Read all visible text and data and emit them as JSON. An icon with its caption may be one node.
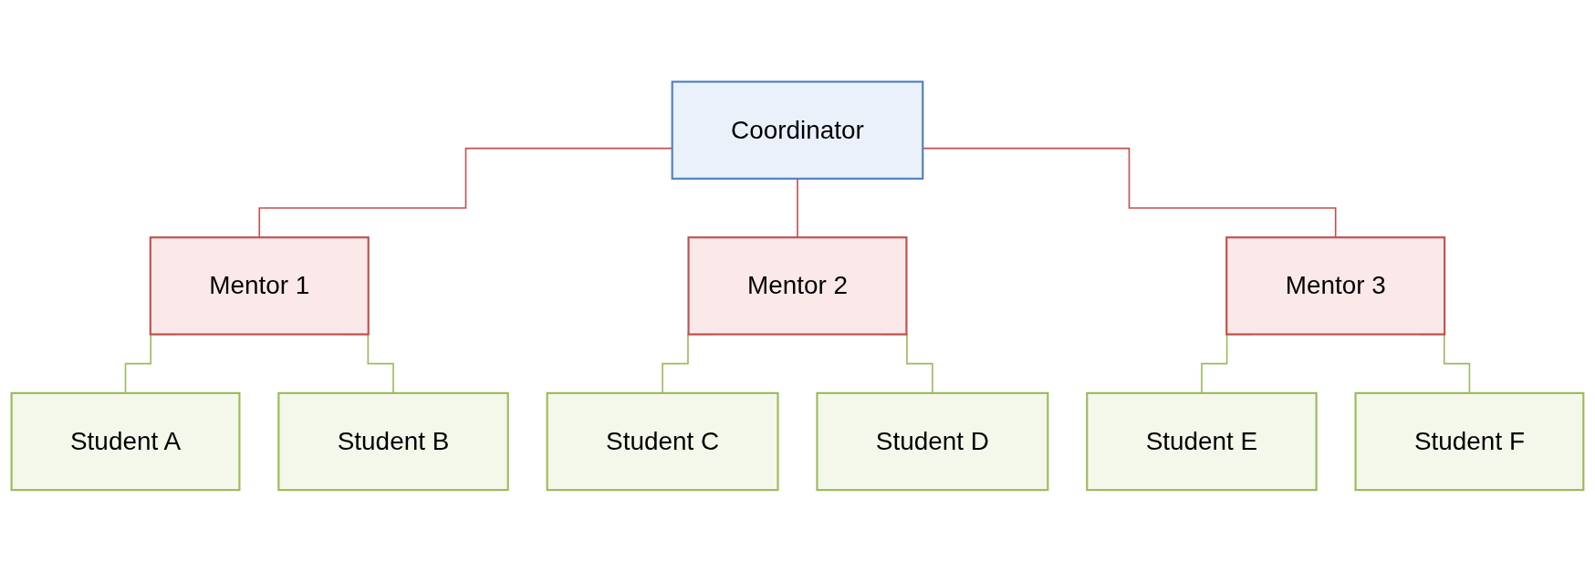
{
  "diagram": {
    "nodes": [
      {
        "text": [
          "Coordinator"
        ]
      },
      {
        "text": [
          "Mentor 1"
        ]
      },
      {
        "text": [
          "Mentor 2"
        ]
      },
      {
        "text": [
          "Mentor 3"
        ]
      },
      {
        "text": [
          "Student A"
        ]
      },
      {
        "text": [
          "Student B"
        ]
      },
      {
        "text": [
          "Student C"
        ]
      },
      {
        "text": [
          "Student D"
        ]
      },
      {
        "text": [
          "Student E"
        ]
      },
      {
        "text": [
          "Student F"
        ]
      }
    ],
    "edges": [
      {
        "from": 0,
        "to": 1,
        "arrow": "none",
        "color": "#c0504d"
      },
      {
        "from": 0,
        "to": 2,
        "arrow": "none",
        "color": "#c0504d"
      },
      {
        "from": 0,
        "to": 3,
        "arrow": "none",
        "color": "#c0504d"
      },
      {
        "from": 1,
        "to": 4,
        "arrow": "none"
      },
      {
        "from": 1,
        "to": 5,
        "arrow": "none"
      },
      {
        "from": 2,
        "to": 6,
        "arrow": "none"
      },
      {
        "from": 2,
        "to": 7,
        "arrow": "none"
      },
      {
        "from": 3,
        "to": 8,
        "arrow": "none"
      },
      {
        "from": 3,
        "to": 9,
        "arrow": "none"
      }
    ]
  }
}
